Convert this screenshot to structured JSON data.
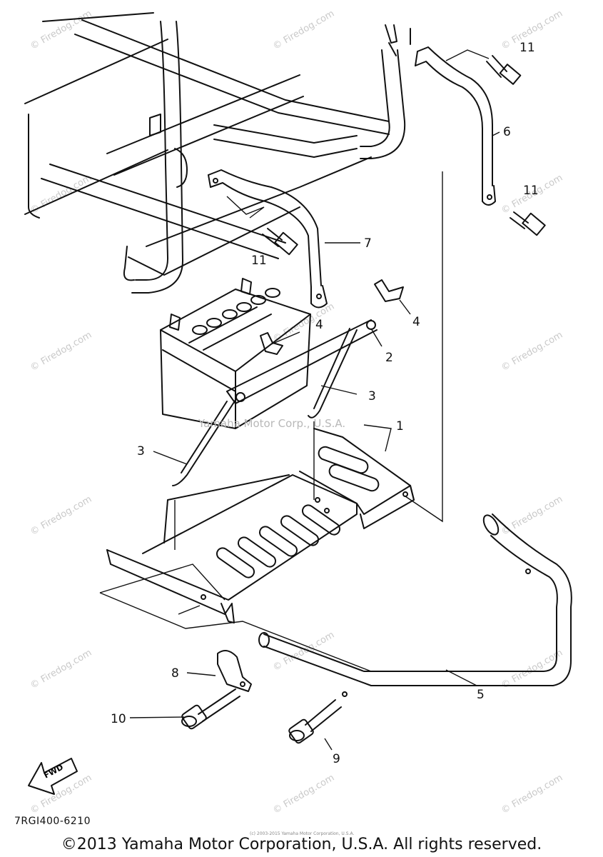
{
  "callouts": {
    "c1": "1",
    "c2": "2",
    "c3a": "3",
    "c3b": "3",
    "c4a": "4",
    "c4b": "4",
    "c5": "5",
    "c6": "6",
    "c7": "7",
    "c8": "8",
    "c9": "9",
    "c10": "10",
    "c11a": "11",
    "c11b": "11",
    "c11c": "11"
  },
  "fwd_label": "FWD",
  "reference_code": "7RGI400-6210",
  "center_watermark": "Yamaha Motor Corp., U.S.A.",
  "tiny_text": "(c) 2003-2015 Yamaha Motor Corporation, U.S.A.",
  "watermark_text": "© Firedog.com",
  "copyright": "©2013 Yamaha Motor Corporation, U.S.A. All rights reserved."
}
